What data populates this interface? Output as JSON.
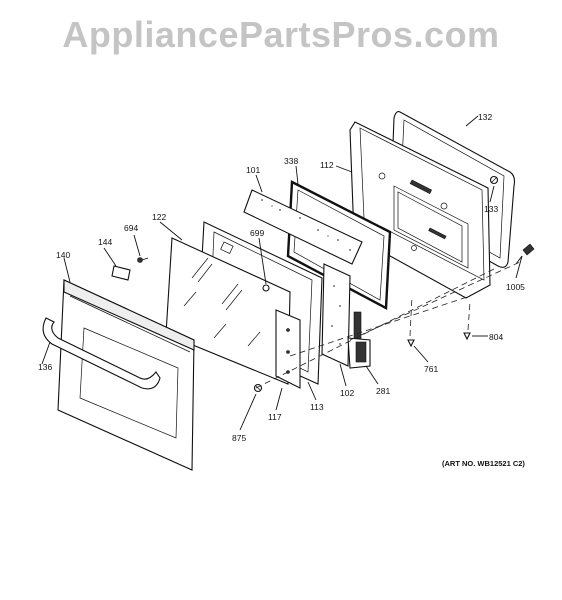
{
  "watermark": "AppliancePartsPros.com",
  "art_number": "(ART NO. WB12521 C2)",
  "parts": {
    "p132": "132",
    "p338": "338",
    "p112": "112",
    "p101": "101",
    "p133": "133",
    "p122": "122",
    "p694": "694",
    "p699": "699",
    "p144": "144",
    "p140": "140",
    "p1005": "1005",
    "p804": "804",
    "p136": "136",
    "p761": "761",
    "p102": "102",
    "p281": "281",
    "p113": "113",
    "p117": "117",
    "p875": "875"
  }
}
